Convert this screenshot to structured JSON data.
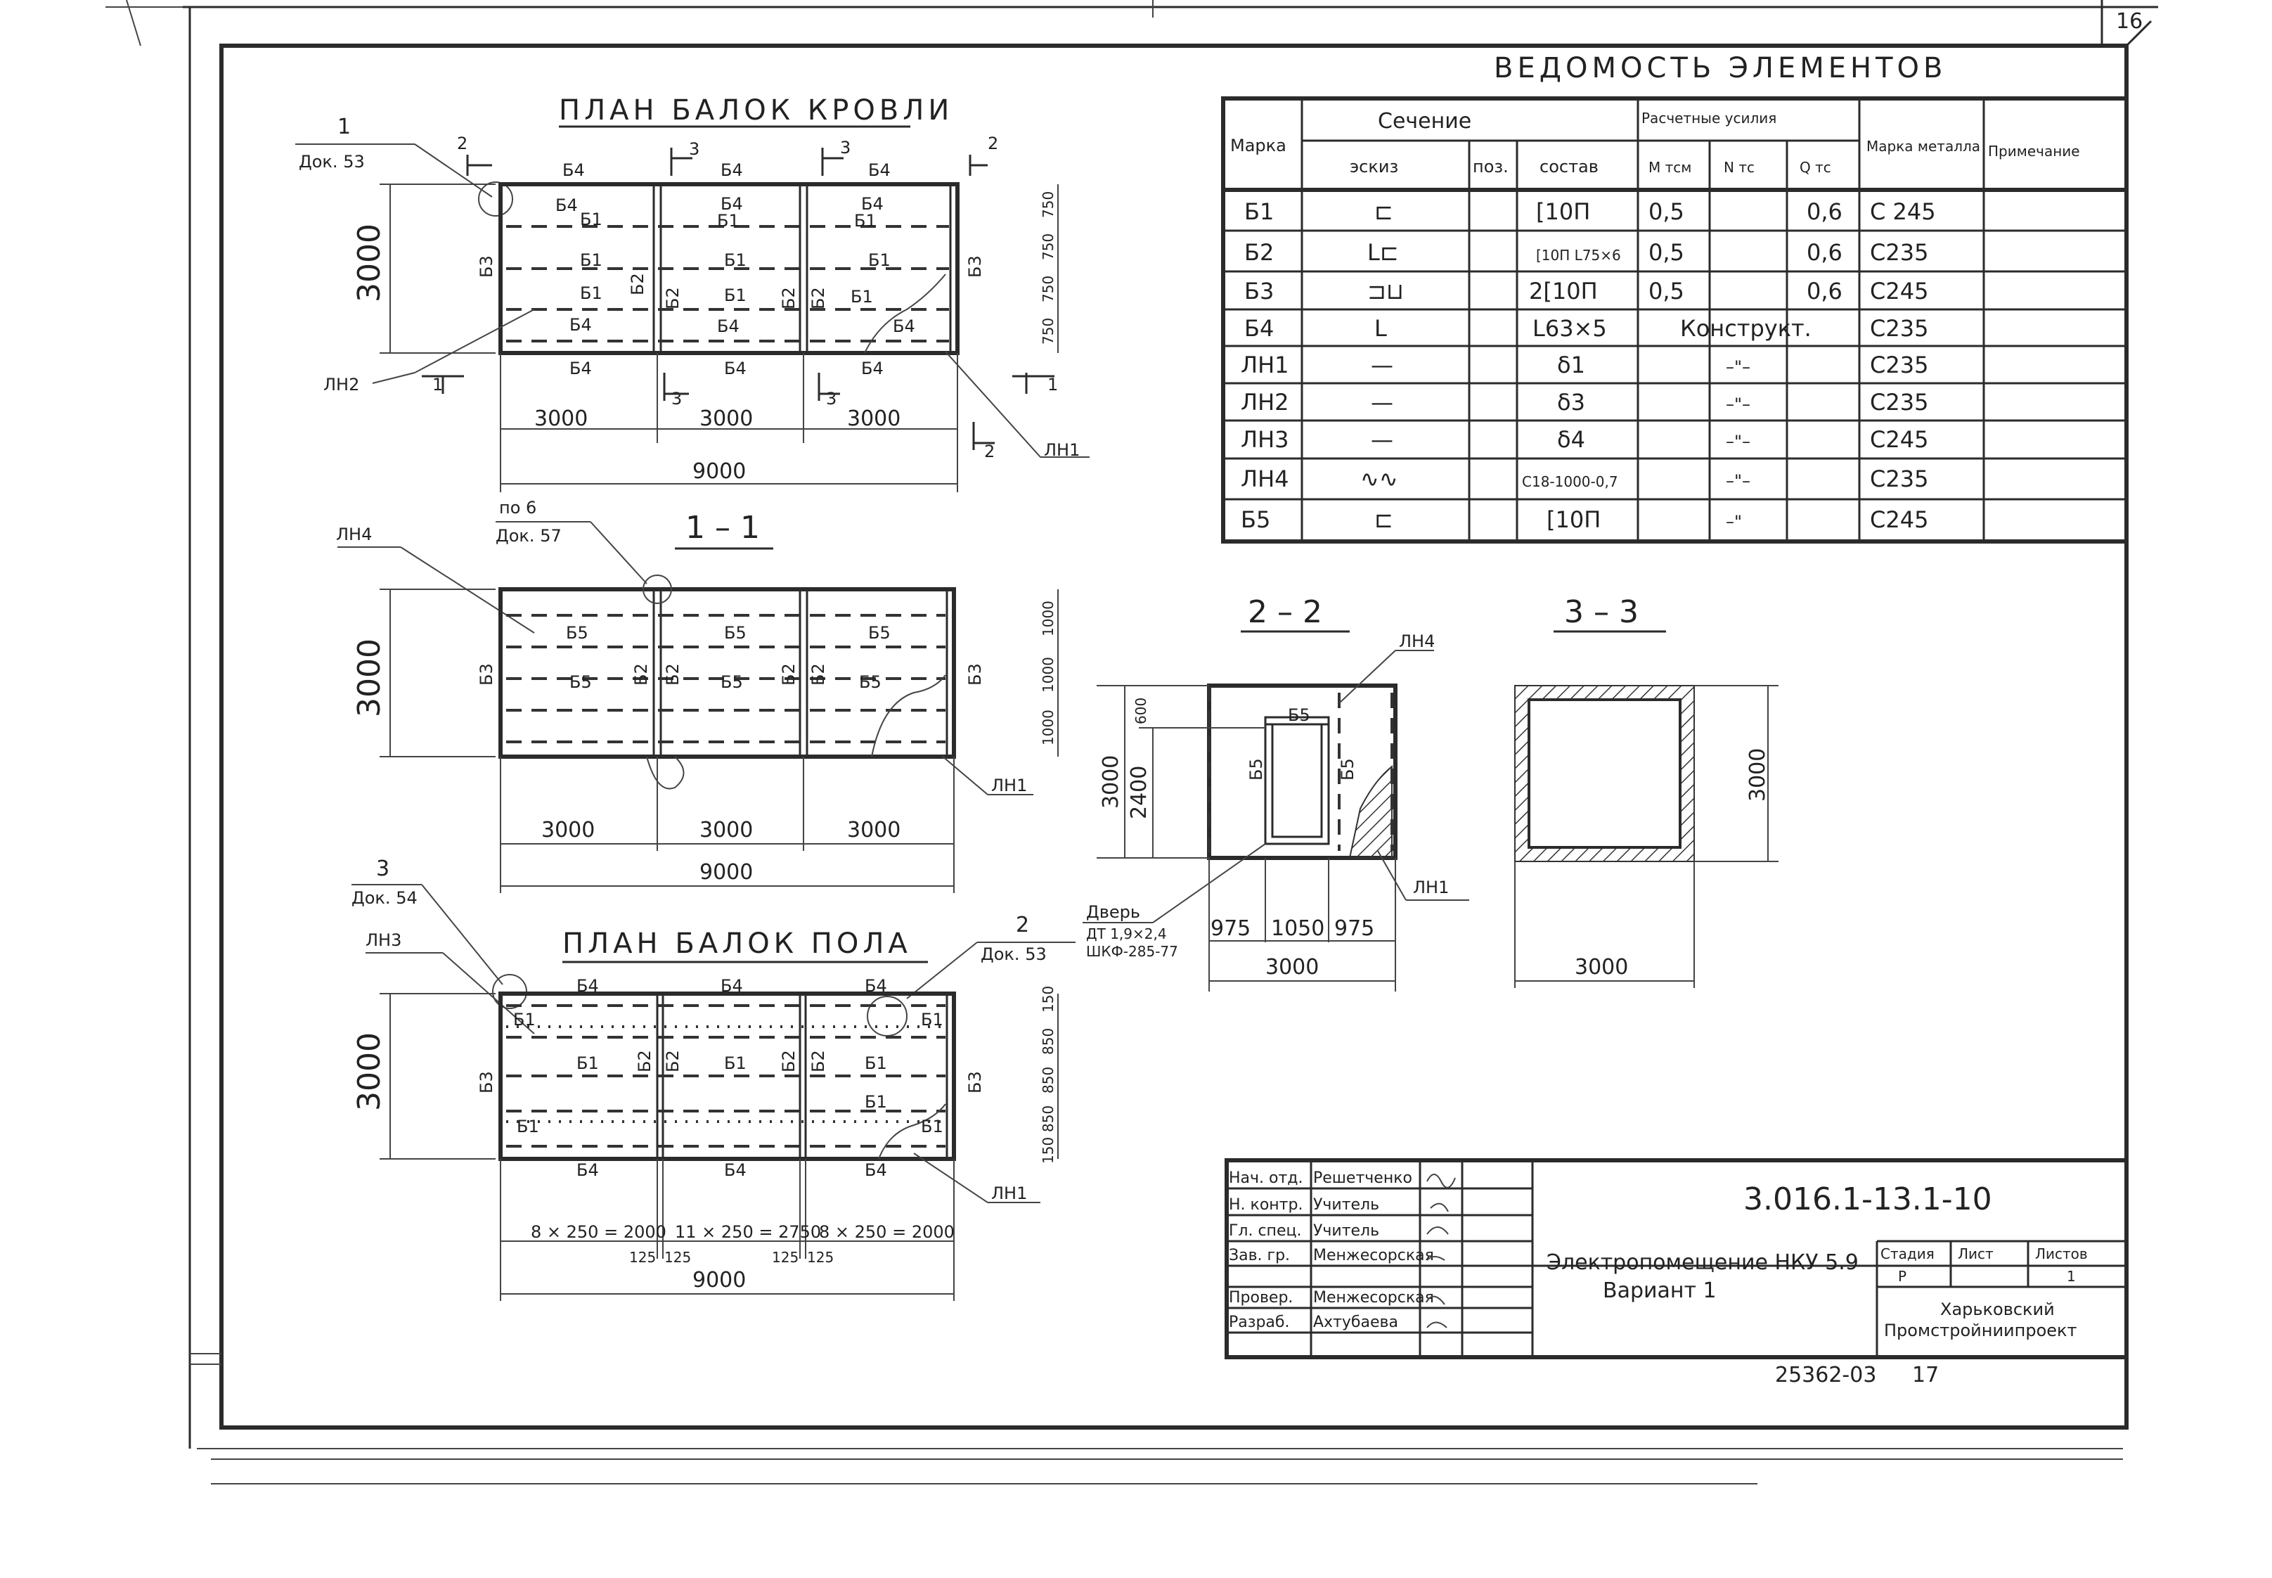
{
  "sheet": {
    "page_number": "16",
    "doc_code": "3.016.1-13.1-10",
    "archive_number": "25362-03",
    "sheet_in_archive": "17"
  },
  "roof_plan": {
    "title": "ПЛАН БАЛОК КРОВЛИ",
    "callout_1_num": "1",
    "callout_1_ref": "Док. 53",
    "cut_2": "2",
    "cut_3a": "3",
    "cut_3b": "3",
    "cut_2b": "2",
    "cut_1a": "1",
    "cut_1b": "1",
    "cut_3c": "3",
    "cut_3d": "3",
    "cut_2c": "2",
    "cut_1c": "1",
    "labels": {
      "b1": "Б1",
      "b2": "Б2",
      "b3": "Б3",
      "b4": "Б4",
      "lh1": "ЛН1",
      "lh2": "ЛН2"
    },
    "dim_side": "3000",
    "dim_side_parts": [
      "750",
      "750",
      "750",
      "750"
    ],
    "dim_spans": [
      "3000",
      "3000",
      "3000"
    ],
    "dim_total": "9000"
  },
  "section_1_1": {
    "title": "1 – 1",
    "callout_ref_top": "по 6",
    "callout_ref_bot": "Док. 57",
    "labels": {
      "b2": "Б2",
      "b3": "Б3",
      "b5": "Б5",
      "lh1": "ЛН1",
      "lh4": "ЛН4"
    },
    "dim_side": "3000",
    "dim_side_parts": [
      "1000",
      "1000",
      "1000"
    ],
    "dim_spans": [
      "3000",
      "3000",
      "3000"
    ],
    "dim_total": "9000"
  },
  "floor_plan": {
    "title": "ПЛАН БАЛОК ПОЛА",
    "callout_left_num": "3",
    "callout_left_ref": "Док. 54",
    "callout_right_num": "2",
    "callout_right_ref": "Док. 53",
    "labels": {
      "b1": "Б1",
      "b2": "Б2",
      "b3": "Б3",
      "b4": "Б4",
      "lh1": "ЛН1",
      "lh3": "ЛН3"
    },
    "dim_side": "3000",
    "dim_side_parts": [
      "150",
      "850",
      "850",
      "850",
      "150"
    ],
    "dim_spans": [
      "8 × 250 = 2000",
      "11 × 250 = 2750",
      "8 × 250 = 2000"
    ],
    "dim_small": [
      "125",
      "125",
      "125",
      "125"
    ],
    "dim_total": "9000"
  },
  "section_2_2": {
    "title": "2 – 2",
    "labels": {
      "b5": "Б5",
      "lh4": "ЛН4",
      "lh1": "ЛН1"
    },
    "door_note": [
      "Дверь",
      "ДТ 1,9×2,4",
      "ШКФ-285-77"
    ],
    "dim_height": "3000",
    "dim_door": "2400",
    "dim_top": "600",
    "dim_parts": [
      "975",
      "1050",
      "975"
    ],
    "dim_total": "3000"
  },
  "section_3_3": {
    "title": "3 – 3",
    "dim_side": "3000",
    "dim_bottom": "3000"
  },
  "element_schedule": {
    "title": "ВЕДОМОСТЬ ЭЛЕМЕНТОВ",
    "headers": {
      "mark": "Марка",
      "section": "Сечение",
      "forces": "Расчетные усилия",
      "sketch": "эскиз",
      "pos": "поз.",
      "composition": "состав",
      "m": "M тсм",
      "n": "N тс",
      "q": "Q тс",
      "metal": "Марка металла",
      "note": "Примечание"
    },
    "rows": [
      {
        "mark": "Б1",
        "sketch": "⊏",
        "pos": "",
        "composition": "[10П",
        "m": "0,5",
        "n": "",
        "q": "0,6",
        "metal": "С 245",
        "note": ""
      },
      {
        "mark": "Б2",
        "sketch": "L⊏",
        "pos": "",
        "composition": "[10П L75×6",
        "m": "0,5",
        "n": "",
        "q": "0,6",
        "metal": "С235",
        "note": ""
      },
      {
        "mark": "Б3",
        "sketch": "⊐⊔",
        "pos": "",
        "composition": "2[10П",
        "m": "0,5",
        "n": "",
        "q": "0,6",
        "metal": "С245",
        "note": ""
      },
      {
        "mark": "Б4",
        "sketch": "L",
        "pos": "",
        "composition": "L63×5",
        "m": "Конструкт.",
        "n": "",
        "q": "",
        "metal": "С235",
        "note": ""
      },
      {
        "mark": "ЛН1",
        "sketch": "—",
        "pos": "",
        "composition": "δ1",
        "m": "",
        "n": "–\"–",
        "q": "",
        "metal": "С235",
        "note": ""
      },
      {
        "mark": "ЛН2",
        "sketch": "—",
        "pos": "",
        "composition": "δ3",
        "m": "",
        "n": "–\"–",
        "q": "",
        "metal": "С235",
        "note": ""
      },
      {
        "mark": "ЛН3",
        "sketch": "—",
        "pos": "",
        "composition": "δ4",
        "m": "",
        "n": "–\"–",
        "q": "",
        "metal": "С245",
        "note": ""
      },
      {
        "mark": "ЛН4",
        "sketch": "∿∿",
        "pos": "",
        "composition": "С18-1000-0,7",
        "m": "",
        "n": "–\"–",
        "q": "",
        "metal": "С235",
        "note": ""
      },
      {
        "mark": "Б5",
        "sketch": "⊏",
        "pos": "",
        "composition": "[10П",
        "m": "",
        "n": "–\"",
        "q": "",
        "metal": "С245",
        "note": ""
      }
    ]
  },
  "title_block": {
    "doc_code": "3.016.1-13.1-10",
    "people": [
      {
        "role": "Нач. отд.",
        "name": "Решетченко"
      },
      {
        "role": "Н. контр.",
        "name": "Учитель"
      },
      {
        "role": "Гл. спец.",
        "name": "Учитель"
      },
      {
        "role": "Зав. гр.",
        "name": "Менжесорская"
      },
      {
        "role": "",
        "name": ""
      },
      {
        "role": "Провер.",
        "name": "Менжесорская"
      },
      {
        "role": "Разраб.",
        "name": "Ахтубаева"
      }
    ],
    "description_line1": "Электропомещение НКУ 5.9",
    "description_line2": "Вариант 1",
    "stage_header": "Стадия",
    "sheet_header": "Лист",
    "sheets_header": "Листов",
    "stage": "Р",
    "sheet": "",
    "sheets": "1",
    "organization_line1": "Харьковский",
    "organization_line2": "Промстройниипроект"
  }
}
